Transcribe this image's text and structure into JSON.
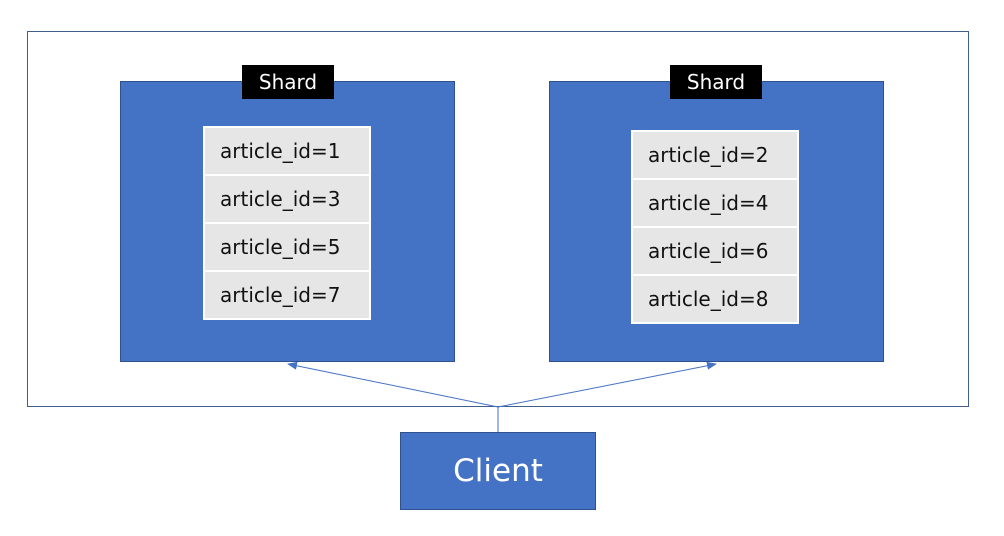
{
  "shards": [
    {
      "label": "Shard",
      "records": [
        "article_id=1",
        "article_id=3",
        "article_id=5",
        "article_id=7"
      ]
    },
    {
      "label": "Shard",
      "records": [
        "article_id=2",
        "article_id=4",
        "article_id=6",
        "article_id=8"
      ]
    }
  ],
  "client": {
    "label": "Client"
  },
  "colors": {
    "shard_fill": "#4472c4",
    "record_fill": "#e7e6e6",
    "label_fill": "#000000",
    "connector": "#4472c4"
  }
}
